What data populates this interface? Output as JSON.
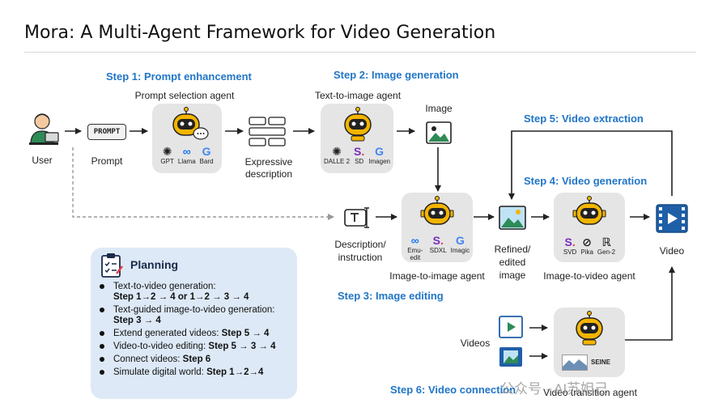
{
  "title": "Mora: A Multi-Agent Framework for Video Generation",
  "steps": {
    "s1": "Step 1: Prompt enhancement",
    "s2": "Step 2: Image generation",
    "s3": "Step 3: Image editing",
    "s4": "Step 4: Video generation",
    "s5": "Step 5: Video extraction",
    "s6": "Step 6: Video connection"
  },
  "nodes": {
    "user": "User",
    "prompt_tag": "PROMPT",
    "prompt": "Prompt",
    "prompt_agent": "Prompt selection agent",
    "expressive_1": "Expressive",
    "expressive_2": "description",
    "t2i_agent": "Text-to-image agent",
    "image": "Image",
    "desc_1": "Description/",
    "desc_2": "instruction",
    "i2i_agent": "Image-to-image agent",
    "refined_1": "Refined/",
    "refined_2": "edited",
    "refined_3": "image",
    "i2v_agent": "Image-to-video agent",
    "video": "Video",
    "videos": "Videos",
    "transition_agent": "Video transition agent",
    "seine": "SEINE"
  },
  "logos": {
    "prompt_agent": [
      {
        "name": "GPT",
        "icon": "openai-icon"
      },
      {
        "name": "Llama",
        "icon": "meta-icon"
      },
      {
        "name": "Bard",
        "icon": "google-icon"
      }
    ],
    "t2i_agent": [
      {
        "name": "DALLE 2",
        "icon": "openai-icon"
      },
      {
        "name": "SD",
        "icon": "stability-icon"
      },
      {
        "name": "Imagen",
        "icon": "google-icon"
      }
    ],
    "i2i_agent": [
      {
        "name": "Emu-edit",
        "icon": "meta-icon"
      },
      {
        "name": "SDXL",
        "icon": "stability-icon"
      },
      {
        "name": "Imagic",
        "icon": "google-icon"
      }
    ],
    "i2v_agent": [
      {
        "name": "SVD",
        "icon": "stability-icon"
      },
      {
        "name": "Pika",
        "icon": "pika-icon"
      },
      {
        "name": "Gen-2",
        "icon": "runway-icon"
      }
    ]
  },
  "planning": {
    "title": "Planning",
    "items": [
      {
        "text": "Text-to-video generation:",
        "path": "Step 1→2 → 4  or 1→2 → 3 → 4"
      },
      {
        "text": "Text-guided image-to-video generation:",
        "path": "Step 3 → 4"
      },
      {
        "text": "Extend generated videos: ",
        "path": "Step 5 → 4"
      },
      {
        "text": "Video-to-video editing: ",
        "path": "Step 5 → 3 → 4"
      },
      {
        "text": "Connect videos: ",
        "path": "Step 6"
      },
      {
        "text": "Simulate digital world: ",
        "path": "Step 1→2→4"
      }
    ]
  },
  "watermark": "公众号 · AI苏妲己",
  "colors": {
    "step_blue": "#2176c7",
    "card_gray": "#e5e5e5",
    "plan_bg": "#dde9f6",
    "robot_yellow": "#f4b400"
  }
}
